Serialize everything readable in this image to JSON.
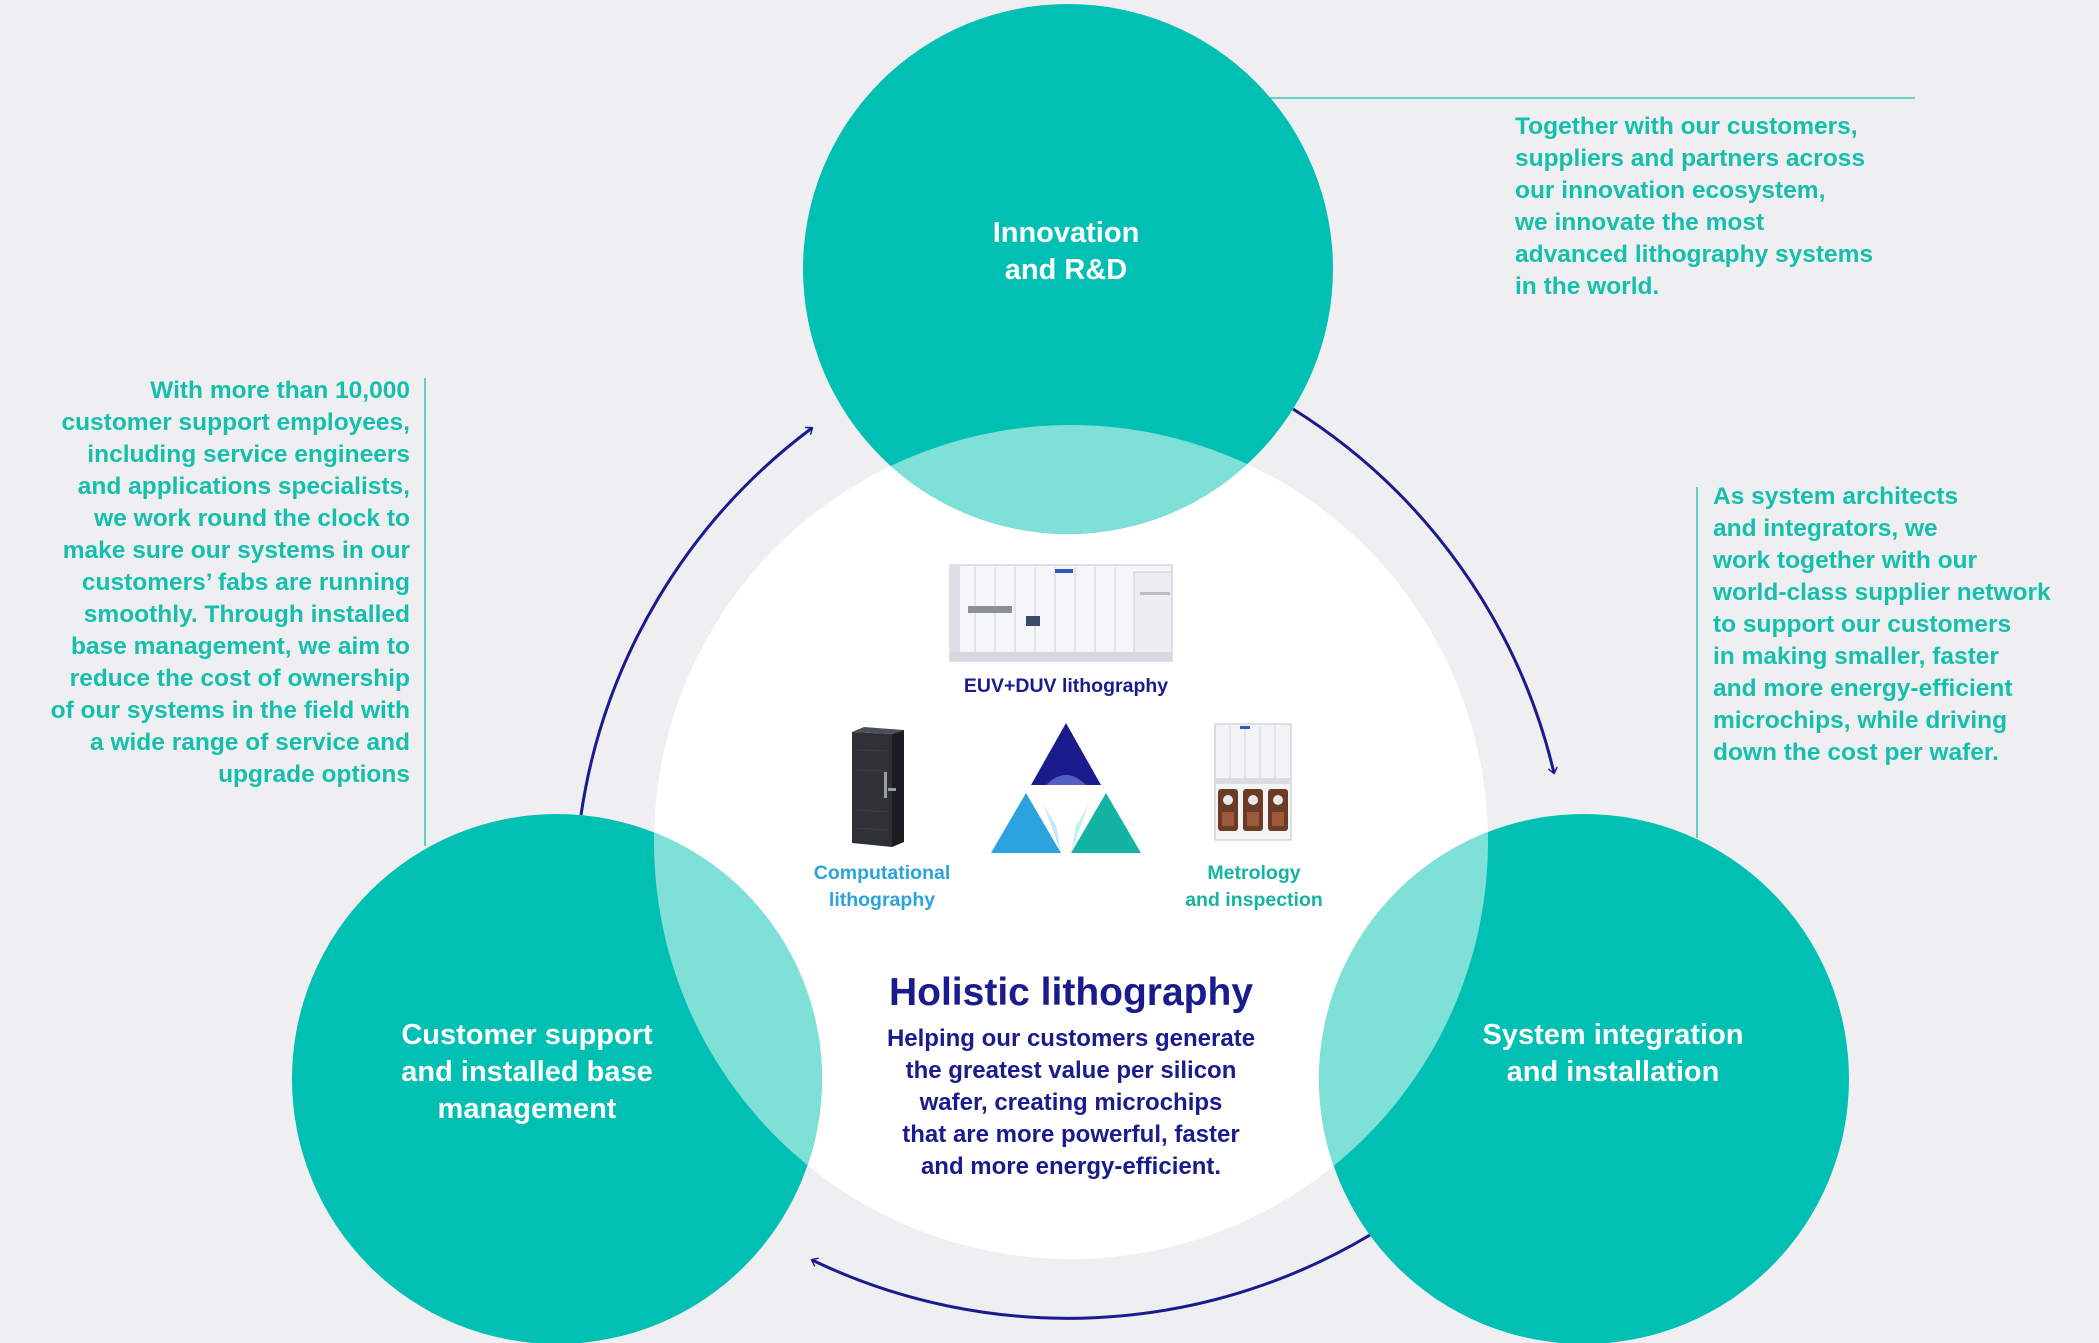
{
  "colors": {
    "background": "#efeff2",
    "teal": "#00bfb3",
    "overlap": "#7fe0d8",
    "navy": "#1a1b8c",
    "blue": "#2aa3e0",
    "white": "#ffffff"
  },
  "circles": {
    "innovation": {
      "label_lines": [
        "Innovation",
        "and R&D"
      ]
    },
    "customer_support": {
      "label_lines": [
        "Customer support",
        "and installed base",
        "management"
      ]
    },
    "system_integration": {
      "label_lines": [
        "System integration",
        "and installation"
      ]
    }
  },
  "notes": {
    "innovation": {
      "lines": [
        "Together with our customers,",
        "suppliers and partners across",
        "our innovation ecosystem,",
        "we innovate the most",
        "advanced lithography systems",
        "in the world."
      ]
    },
    "customer_support": {
      "lines": [
        "With more than 10,000",
        "customer support employees,",
        "including service engineers",
        "and applications specialists,",
        "we work round the clock to",
        "make sure our systems in our",
        "customers’ fabs are running",
        "smoothly. Through installed",
        "base management, we aim to",
        "reduce the cost of ownership",
        "of our systems in the field with",
        "a wide range of service and",
        "upgrade options"
      ]
    },
    "system_integration": {
      "lines": [
        "As system architects",
        "and integrators, we",
        "work together with our",
        "world-class supplier network",
        "to support our customers",
        "in making smaller, faster",
        "and more energy-efficient",
        "microchips, while driving",
        "down the cost per wafer."
      ]
    }
  },
  "products": {
    "euv_duv": {
      "label": "EUV+DUV lithography",
      "icon": "lithography-machine-icon"
    },
    "computational": {
      "label_lines": [
        "Computational",
        "lithography"
      ],
      "icon": "server-rack-icon"
    },
    "metrology": {
      "label_lines": [
        "Metrology",
        "and inspection"
      ],
      "icon": "metrology-tool-icon"
    }
  },
  "center": {
    "title": "Holistic lithography",
    "description_lines": [
      "Helping our customers generate",
      "the greatest value per silicon",
      "wafer, creating microchips",
      "that are more powerful, faster",
      "and more energy-efficient."
    ],
    "logo_icon": "three-triangles-icon"
  }
}
